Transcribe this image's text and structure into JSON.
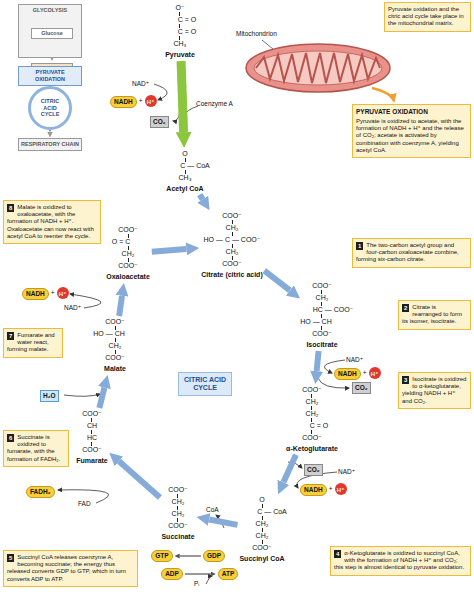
{
  "diagram": {
    "nodes": [
      {
        "text": [
          "GLYCOLYSIS"
        ]
      },
      {
        "text": [
          "Glucose"
        ],
        "in": 0
      },
      {
        "text": [
          "Pyruvate"
        ],
        "in": 0
      },
      {
        "text": [
          "PYRUVATE OXIDATION"
        ]
      },
      {
        "text": [
          "CITRIC ACID CYCLE"
        ]
      },
      {
        "text": [
          "RESPIRATORY CHAIN"
        ]
      },
      {
        "text": [
          "Pyruvate oxidation and the citric acid cycle take place in the mitochondrial matrix."
        ]
      },
      {
        "text": [
          "O⁻",
          "C = O",
          "C = O",
          "CH₃",
          "Pyruvate"
        ]
      },
      {
        "text": [
          "PYRUVATE OXIDATION",
          "Pyruvate is oxidized to acetate, with the formation of NADH + H⁺ and the release of CO₂; acetate is activated by combination with coenzyme A, yielding acetyl CoA."
        ]
      },
      {
        "text": [
          "NADH"
        ]
      },
      {
        "text": [
          "H⁺"
        ]
      },
      {
        "text": [
          "CO₂"
        ]
      },
      {
        "text": [
          "O",
          "C — CoA",
          "CH₃",
          "Acetyl CoA"
        ]
      },
      {
        "text": [
          "8",
          "Malate is oxidized to oxaloacetate, with the formation of NADH + H⁺. Oxaloacetate can now react with acetyl CoA to reenter the cycle."
        ]
      },
      {
        "text": [
          "COO⁻",
          "O = C",
          "CH₂",
          "COO⁻",
          "Oxaloacetate"
        ]
      },
      {
        "text": [
          "COO⁻",
          "CH₂",
          "HO — C — COO⁻",
          "CH₂",
          "COO⁻",
          "Citrate (citric acid)"
        ]
      },
      {
        "text": [
          "1",
          "The two-carbon acetyl group and four-carbon oxaloacetate combine, forming six-carbon citrate."
        ]
      },
      {
        "text": [
          "NADH"
        ]
      },
      {
        "text": [
          "H⁺"
        ]
      },
      {
        "text": [
          "2",
          "Citrate is rearranged to form its isomer, isocitrate."
        ]
      },
      {
        "text": [
          "COO⁻",
          "CH₂",
          "HC — COO⁻",
          "HO — CH",
          "COO⁻",
          "Isocitrate"
        ]
      },
      {
        "text": [
          "COO⁻",
          "HO — CH",
          "CH₂",
          "COO⁻",
          "Malate"
        ]
      },
      {
        "text": [
          "7",
          "Fumarate and water react, forming malate."
        ]
      },
      {
        "text": [
          "CITRIC ACID CYCLE"
        ]
      },
      {
        "text": [
          "H₂O"
        ]
      },
      {
        "text": [
          "NADH"
        ]
      },
      {
        "text": [
          "H⁺"
        ]
      },
      {
        "text": [
          "CO₂"
        ]
      },
      {
        "text": [
          "3",
          "Isocitrate is oxidized to α-ketoglutarate, yielding NADH + H⁺ and CO₂."
        ]
      },
      {
        "text": [
          "COO⁻",
          "CH₂",
          "CH₂",
          "C = O",
          "COO⁻",
          "α-Ketoglutarate"
        ]
      },
      {
        "text": [
          "COO⁻",
          "CH",
          "HC",
          "COO⁻",
          "Fumarate"
        ]
      },
      {
        "text": [
          "6",
          "Succinate is oxidized to fumarate, with the formation of FADH₂."
        ]
      },
      {
        "text": [
          "FADH₂"
        ]
      },
      {
        "text": [
          "COO⁻",
          "CH₂",
          "CH₂",
          "COO⁻",
          "Succinate"
        ]
      },
      {
        "text": [
          "O",
          "C — CoA",
          "CH₂",
          "CH₂",
          "COO⁻",
          "Succinyl CoA"
        ]
      },
      {
        "text": [
          "CO₂"
        ]
      },
      {
        "text": [
          "NADH"
        ]
      },
      {
        "text": [
          "H⁺"
        ]
      },
      {
        "text": [
          "GTP"
        ]
      },
      {
        "text": [
          "GDP"
        ]
      },
      {
        "text": [
          "ADP"
        ]
      },
      {
        "text": [
          "ATP"
        ]
      },
      {
        "text": [
          "5",
          "Succinyl CoA releases coenzyme A, becoming succinate; the energy thus released converts GDP to GTP, which in turn converts ADP to ATP."
        ]
      },
      {
        "text": [
          "4",
          "α-Ketoglutarate is oxidized to succinyl CoA, with the formation of NADH + H⁺ and CO₂; this step is almost identical to pyruvate oxidation."
        ]
      }
    ],
    "edges": [
      {
        "from": 1,
        "to": 2,
        "arrow": "to"
      },
      {
        "from": 2,
        "to": 3,
        "arrow": "to"
      },
      {
        "from": 3,
        "to": 4,
        "arrow": "to"
      },
      {
        "from": 4,
        "to": 5,
        "arrow": "to"
      },
      {
        "from": 7,
        "to": 12,
        "arrow": "to"
      },
      {
        "from": 12,
        "to": 15,
        "arrow": "to"
      },
      {
        "from": 14,
        "to": 15,
        "arrow": "to"
      },
      {
        "from": 15,
        "to": 20,
        "arrow": "to"
      },
      {
        "from": 20,
        "to": 29,
        "arrow": "to"
      },
      {
        "from": 29,
        "to": 34,
        "arrow": "to"
      },
      {
        "from": 34,
        "to": 33,
        "arrow": "to"
      },
      {
        "from": 33,
        "to": 30,
        "arrow": "to"
      },
      {
        "from": 30,
        "to": 21,
        "arrow": "to"
      },
      {
        "from": 21,
        "to": 14,
        "arrow": "to"
      },
      {
        "from": 39,
        "to": 38,
        "arrow": "to"
      },
      {
        "from": 40,
        "to": 41,
        "arrow": "to"
      }
    ],
    "labels": [
      "Mitochondrion",
      "NAD⁺",
      "+",
      "Coenzyme A",
      "NAD⁺",
      "+",
      "NAD⁺",
      "+",
      "NAD⁺",
      "+",
      "CoA",
      "FAD",
      "Pᵢ"
    ]
  }
}
